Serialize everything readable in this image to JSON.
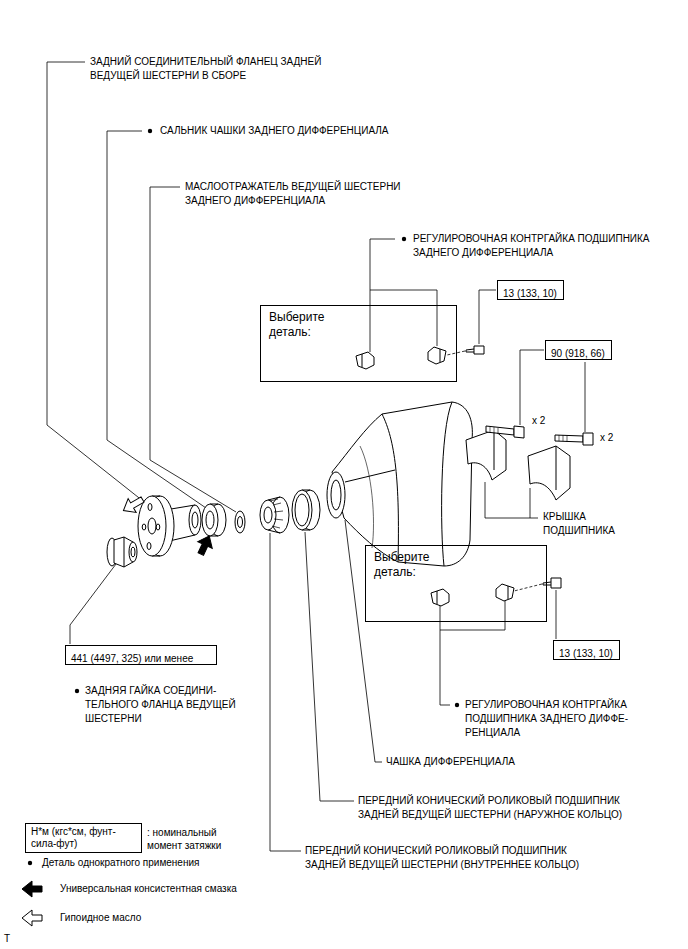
{
  "diagram": {
    "nodes": [
      {
        "text": [
          "13 (133, 10)"
        ]
      },
      {
        "text": [
          "Выберите деталь:"
        ]
      },
      {
        "text": [
          "90 (918, 66)"
        ]
      },
      {
        "text": [
          "Выберите деталь:"
        ]
      },
      {
        "text": [
          "13 (133, 10)"
        ]
      },
      {
        "text": [
          "441 (4497, 325) или менее"
        ]
      },
      {
        "text": [
          "Н*м (кгс*см, фунт- сила-фут)"
        ]
      }
    ],
    "labels": [
      "ЗАДНИЙ СОЕДИНИТЕЛЬНЫЙ ФЛАНЕЦ ЗАДНЕЙ ВЕДУЩЕЙ ШЕСТЕРНИ В СБОРЕ",
      "САЛЬНИК ЧАШКИ ЗАДНЕГО ДИФФЕРЕНЦИАЛА",
      "МАСЛООТРАЖАТЕЛЬ ВЕДУЩЕЙ ШЕСТЕРНИ ЗАДНЕГО ДИФФЕРЕНЦИАЛА",
      "РЕГУЛИРОВОЧНАЯ КОНТРГАЙКА ПОДШИПНИКА ЗАДНЕГО ДИФФЕРЕНЦИАЛА",
      "x 2",
      "x 2",
      "КРЫШКА ПОДШИПНИКА",
      "ЗАДНЯЯ ГАЙКА СОЕДИНИ- ТЕЛЬНОГО ФЛАНЦА ВЕДУЩЕЙ ШЕСТЕРНИ",
      "РЕГУЛИРОВОЧНАЯ КОНТРГАЙКА ПОДШИПНИКА ЗАДНЕГО ДИФФЕ- РЕНЦИАЛА",
      "ЧАШКА ДИФФЕРЕНЦИАЛА",
      "ПЕРЕДНИЙ КОНИЧЕСКИЙ РОЛИКОВЫЙ ПОДШИПНИК ЗАДНЕЙ ВЕДУЩЕЙ ШЕСТЕРНИ (НАРУЖНОЕ КОЛЬЦО)",
      "ПЕРЕДНИЙ КОНИЧЕСКИЙ РОЛИКОВЫЙ ПОДШИПНИК ЗАДНЕЙ ВЕДУЩЕЙ ШЕСТЕРНИ (ВНУТРЕННЕЕ КОЛЬЦО)",
      "T"
    ],
    "legend": [
      {
        "text": ": номинальный момент затяжки"
      },
      {
        "text": "Деталь однократного применения"
      },
      {
        "text": "Универсальная консистентная смазка"
      },
      {
        "text": "Гипоидное масло"
      }
    ]
  }
}
